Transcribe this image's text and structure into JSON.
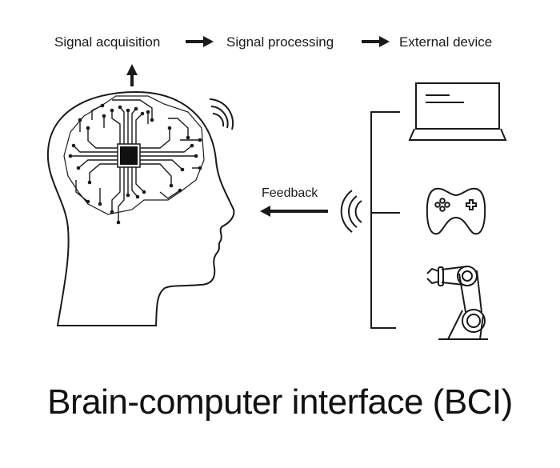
{
  "flow": {
    "step1": "Signal acquisition",
    "step2": "Signal processing",
    "step3": "External device"
  },
  "feedback_label": "Feedback",
  "devices": [
    "laptop-icon",
    "gamepad-icon",
    "robot-arm-icon"
  ],
  "title": "Brain-computer interface (BCI)",
  "colors": {
    "ink": "#1a1a1a",
    "background": "#ffffff"
  }
}
